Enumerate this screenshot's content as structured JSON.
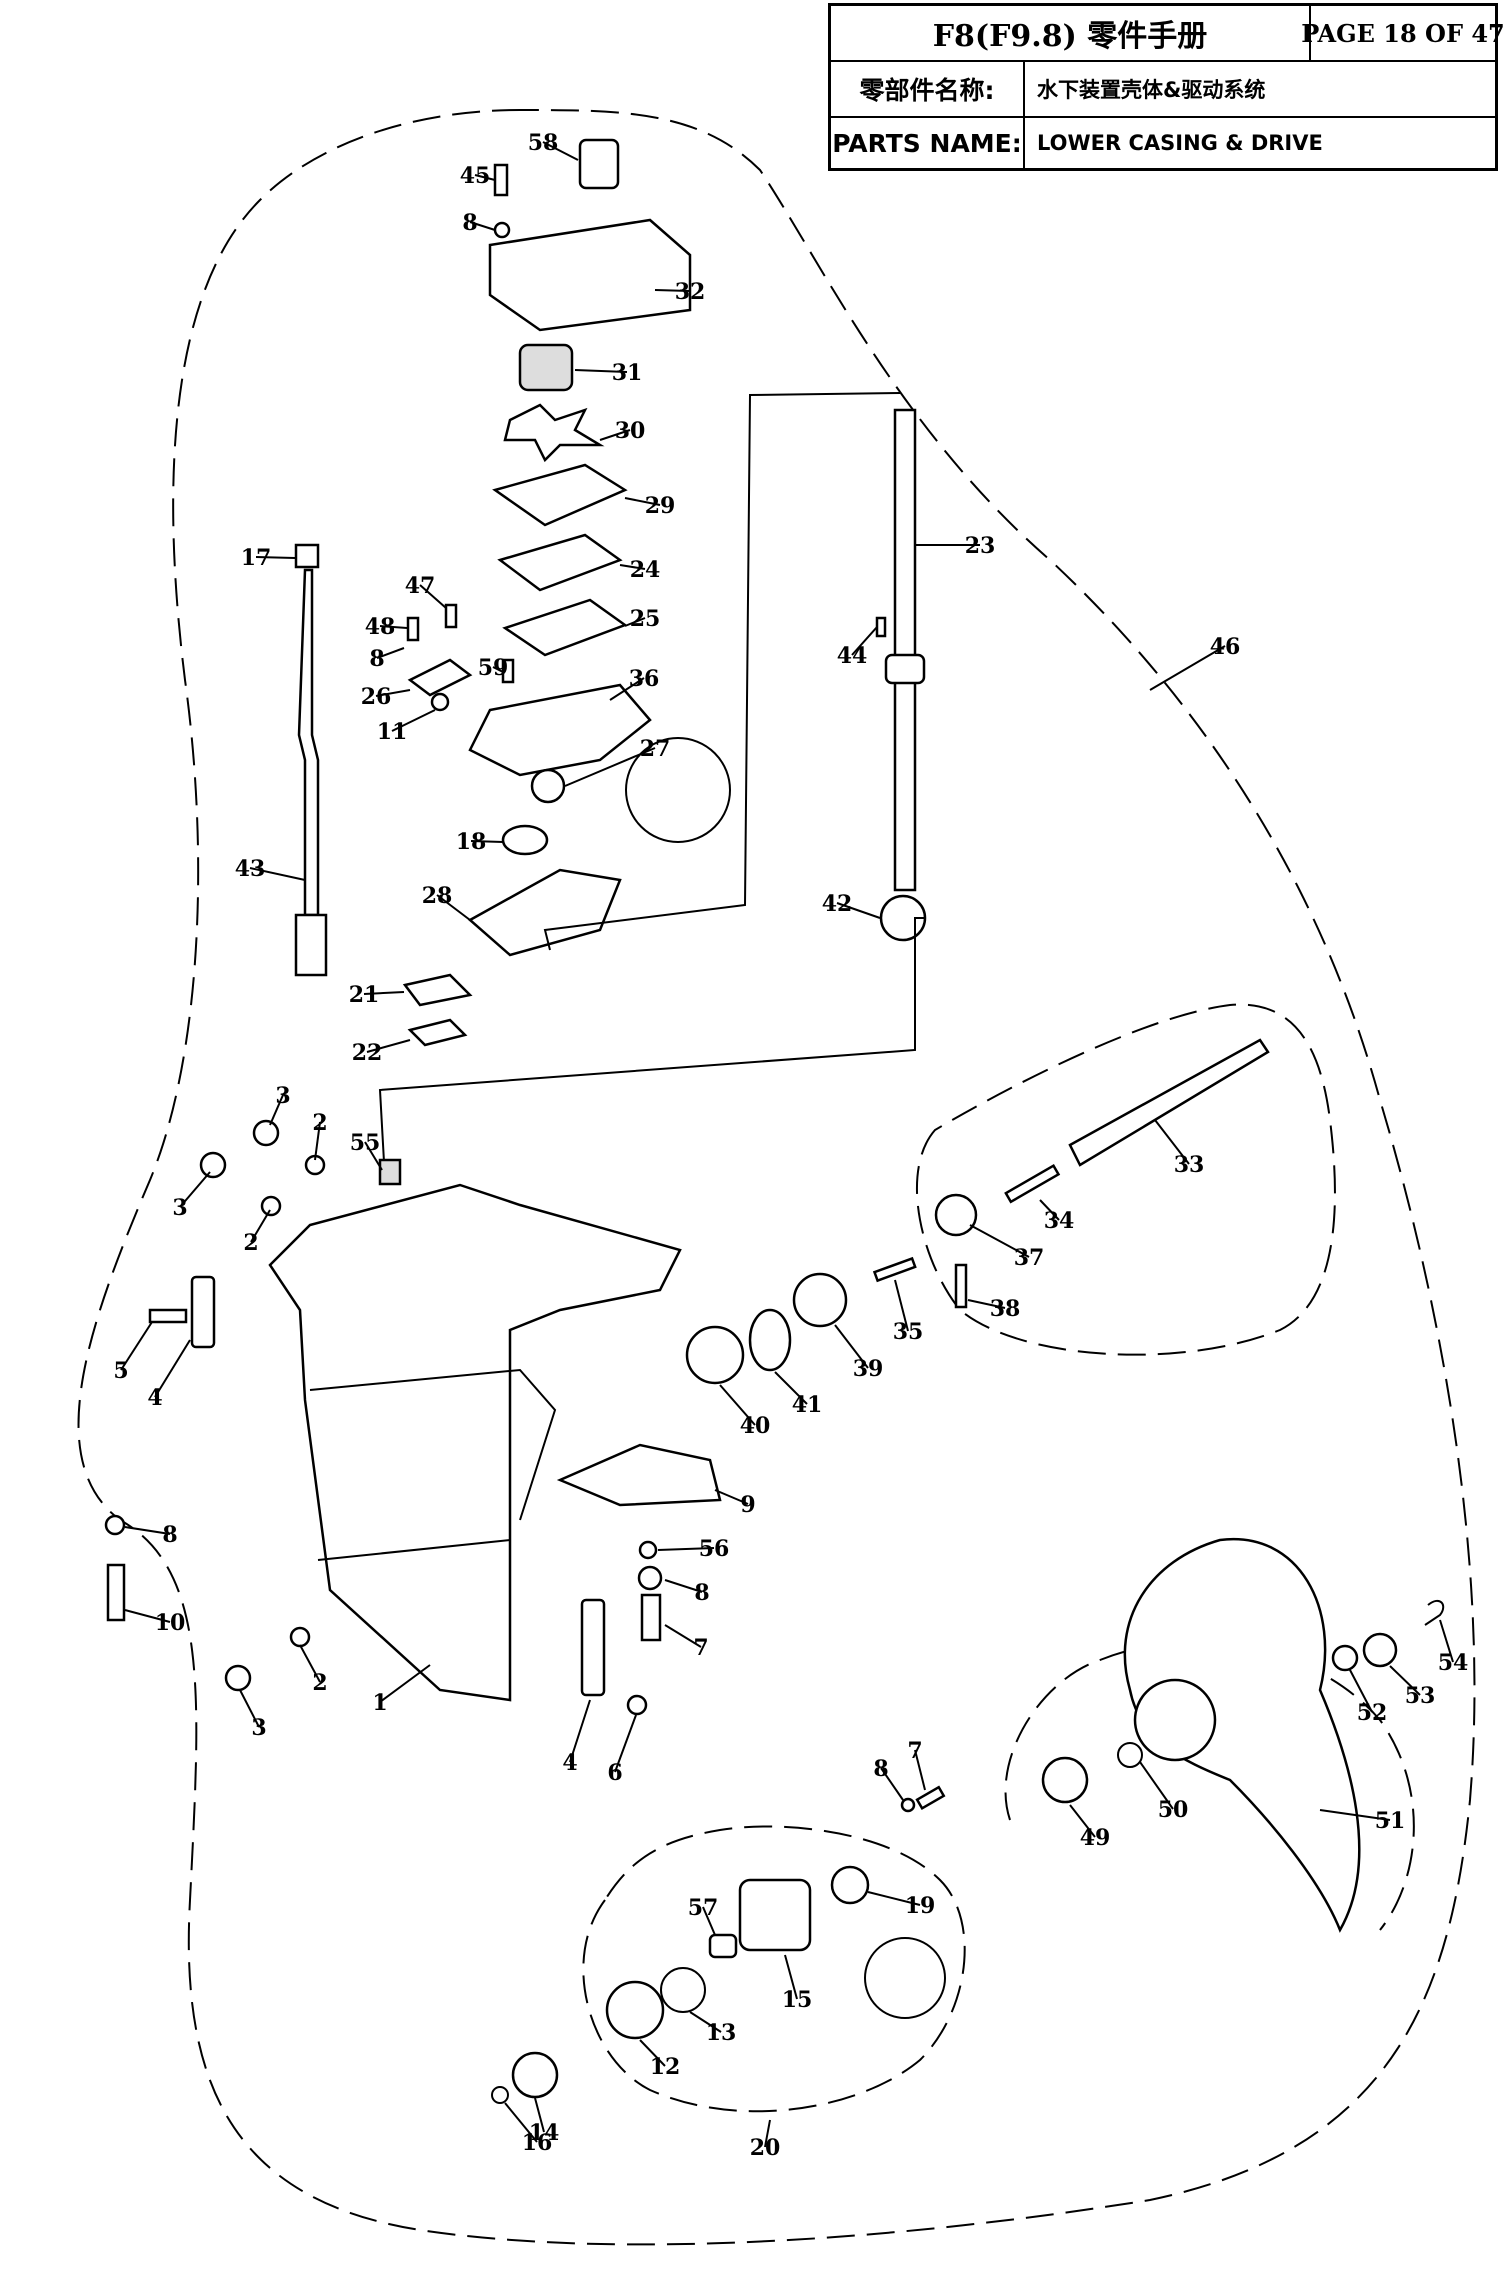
{
  "header": {
    "title": "F8(F9.8) 零件手册",
    "page": "PAGE 18 OF 47",
    "cn_label": "零部件名称:",
    "cn_value": "水下装置壳体&驱动系统",
    "en_label": "PARTS NAME:",
    "en_value": "LOWER CASING & DRIVE"
  },
  "callouts": [
    "1",
    "2",
    "3",
    "4",
    "5",
    "6",
    "7",
    "8",
    "9",
    "10",
    "11",
    "12",
    "13",
    "14",
    "15",
    "16",
    "17",
    "18",
    "19",
    "20",
    "21",
    "22",
    "23",
    "24",
    "25",
    "26",
    "27",
    "28",
    "29",
    "30",
    "31",
    "32",
    "33",
    "34",
    "35",
    "36",
    "37",
    "38",
    "39",
    "40",
    "41",
    "42",
    "43",
    "44",
    "45",
    "46",
    "47",
    "48",
    "49",
    "50",
    "51",
    "52",
    "53",
    "54",
    "55",
    "56",
    "57",
    "58",
    "59"
  ]
}
